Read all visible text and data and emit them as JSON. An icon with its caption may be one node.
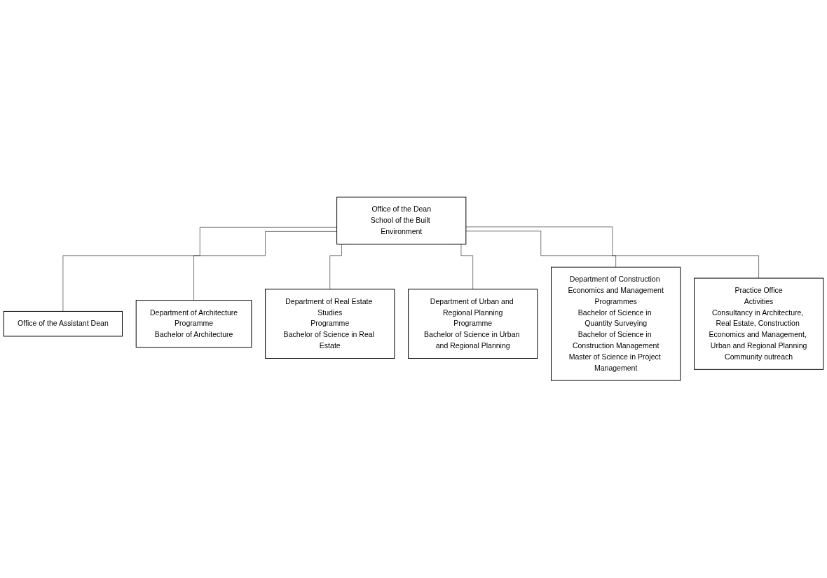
{
  "diagram": {
    "nodes": [
      {
        "text": [
          "Office of the Dean",
          "School of the Built Environment"
        ]
      },
      {
        "text": [
          "Office of the Assistant Dean"
        ]
      },
      {
        "text": [
          "Department of Architecture",
          "Programme",
          "Bachelor of Architecture"
        ]
      },
      {
        "text": [
          "Department of Real Estate Studies",
          "Programme",
          "Bachelor of Science in Real Estate"
        ]
      },
      {
        "text": [
          "Department of Urban and Regional Planning",
          "Programme",
          "Bachelor of Science in Urban and Regional Planning"
        ]
      },
      {
        "text": [
          "Department of Construction Economics and Management",
          "Programmes",
          "Bachelor of Science in Quantity Surveying",
          "Bachelor of Science in Construction Management",
          "Master of Science in Project Management"
        ]
      },
      {
        "text": [
          "Practice Office",
          "Activities",
          "Consultancy in Architecture, Real Estate, Construction Economics and Management, Urban and Regional Planning",
          "Community outreach"
        ]
      }
    ],
    "edges": [
      {
        "from": 0,
        "to": 1,
        "arrow": "none"
      },
      {
        "from": 0,
        "to": 2,
        "arrow": "none"
      },
      {
        "from": 0,
        "to": 3,
        "arrow": "none"
      },
      {
        "from": 0,
        "to": 4,
        "arrow": "none"
      },
      {
        "from": 0,
        "to": 5,
        "arrow": "none"
      },
      {
        "from": 0,
        "to": 6,
        "arrow": "none"
      }
    ]
  }
}
